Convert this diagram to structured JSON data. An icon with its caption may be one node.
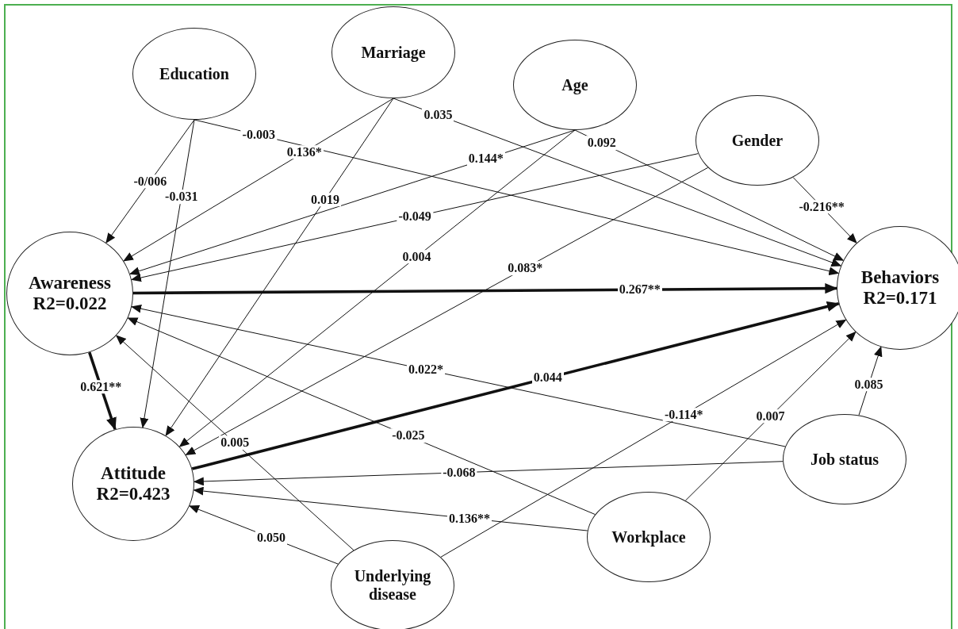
{
  "diagram": {
    "nodes": [
      {
        "text": [
          "Education"
        ]
      },
      {
        "text": [
          "Marriage"
        ]
      },
      {
        "text": [
          "Age"
        ]
      },
      {
        "text": [
          "Gender"
        ]
      },
      {
        "text": [
          "Awareness",
          "R2=0.022"
        ]
      },
      {
        "text": [
          "Behaviors",
          "R2=0.171"
        ]
      },
      {
        "text": [
          "Attitude",
          "R2=0.423"
        ]
      },
      {
        "text": [
          "Job status"
        ]
      },
      {
        "text": [
          "Workplace"
        ]
      },
      {
        "text": [
          "Underlying disease"
        ]
      }
    ],
    "edges": [
      {
        "from": 0,
        "to": 4,
        "arrow": "to",
        "label": "-0/006"
      },
      {
        "from": 0,
        "to": 6,
        "arrow": "to",
        "label": "-0.031"
      },
      {
        "from": 0,
        "to": 5,
        "arrow": "to",
        "label": "-0.003"
      },
      {
        "from": 1,
        "to": 4,
        "arrow": "to",
        "label": "0.136*"
      },
      {
        "from": 1,
        "to": 6,
        "arrow": "to",
        "label": "0.019"
      },
      {
        "from": 1,
        "to": 5,
        "arrow": "to",
        "label": "0.035"
      },
      {
        "from": 2,
        "to": 4,
        "arrow": "to",
        "label": "0.144*"
      },
      {
        "from": 2,
        "to": 6,
        "arrow": "to",
        "label": "0.004"
      },
      {
        "from": 2,
        "to": 5,
        "arrow": "to",
        "label": "0.092"
      },
      {
        "from": 3,
        "to": 4,
        "arrow": "to",
        "label": "-0.049"
      },
      {
        "from": 3,
        "to": 6,
        "arrow": "to",
        "label": "0.083*"
      },
      {
        "from": 3,
        "to": 5,
        "arrow": "to",
        "label": "-0.216**"
      },
      {
        "from": 4,
        "to": 5,
        "arrow": "to",
        "label": "0.267**",
        "style": "thick"
      },
      {
        "from": 4,
        "to": 6,
        "arrow": "to",
        "label": "0.621**",
        "style": "thick"
      },
      {
        "from": 6,
        "to": 5,
        "arrow": "to",
        "label": "0.044",
        "style": "thick"
      },
      {
        "from": 7,
        "to": 4,
        "arrow": "to",
        "label": "0.022*"
      },
      {
        "from": 7,
        "to": 6,
        "arrow": "to",
        "label": "-0.068"
      },
      {
        "from": 7,
        "to": 5,
        "arrow": "to",
        "label": "0.085"
      },
      {
        "from": 8,
        "to": 4,
        "arrow": "to",
        "label": "-0.025"
      },
      {
        "from": 8,
        "to": 6,
        "arrow": "to",
        "label": "0.136**"
      },
      {
        "from": 8,
        "to": 5,
        "arrow": "to",
        "label": "0.007"
      },
      {
        "from": 9,
        "to": 4,
        "arrow": "to",
        "label": "0.005"
      },
      {
        "from": 9,
        "to": 6,
        "arrow": "to",
        "label": "0.050"
      },
      {
        "from": 9,
        "to": 5,
        "arrow": "to",
        "label": "-0.114*"
      }
    ]
  }
}
